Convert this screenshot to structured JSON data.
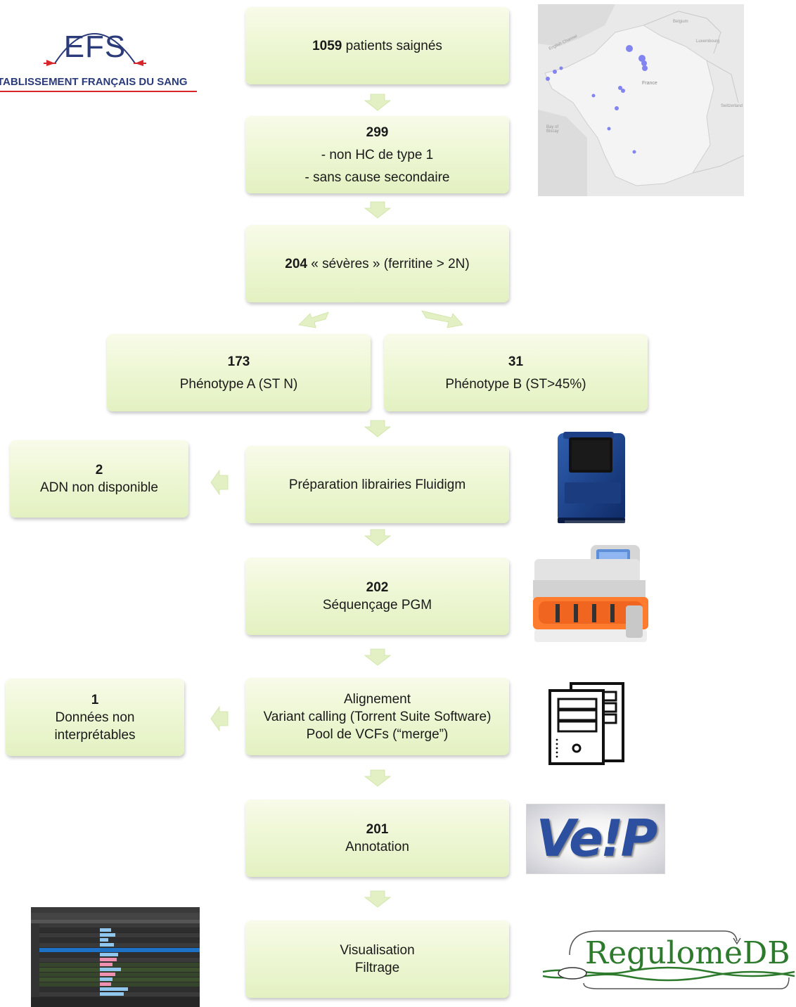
{
  "logo": {
    "acronym": "EFS",
    "full_name": "ÉTABLISSEMENT FRANÇAIS DU SANG"
  },
  "flow": {
    "step1": {
      "bold": "1059",
      "text": " patients saignés"
    },
    "step2": {
      "bold": "299",
      "line1": "- non HC de type 1",
      "line2": "- sans cause secondaire"
    },
    "step3": {
      "bold": "204",
      "text": " « sévères » (ferritine > 2N)"
    },
    "step4a": {
      "bold": "173",
      "text": "Phénotype A (ST N)"
    },
    "step4b": {
      "bold": "31",
      "text": "Phénotype B (ST>45%)"
    },
    "step5": {
      "text": "Préparation librairies Fluidigm"
    },
    "excluded1": {
      "bold": "2",
      "text": "ADN non disponible"
    },
    "step6": {
      "bold": "202",
      "text": "Séquençage PGM"
    },
    "step7": {
      "line1": "Alignement",
      "line2": "Variant calling (Torrent Suite Software)",
      "line3": "Pool de VCFs (“merge”)"
    },
    "excluded2": {
      "bold": "1",
      "line1": "Données non",
      "line2": "interprétables"
    },
    "step8": {
      "bold": "201",
      "text": "Annotation"
    },
    "step9": {
      "line1": "Visualisation",
      "line2": "Filtrage"
    }
  },
  "map": {
    "labels": [
      "English Channel",
      "Belgium",
      "Luxembourg",
      "France",
      "Switzerland",
      "Bay of Biscay"
    ]
  },
  "logos": {
    "vep": "Ve!P",
    "regulome": "RegulomeDB"
  },
  "colors": {
    "box_top": "#f8fbe9",
    "box_bottom": "#e3f1c1",
    "arrow": "#e2f0c4",
    "efs_blue": "#2b3b7a",
    "efs_red": "#d8262d",
    "map_dot": "#6f72f0"
  }
}
